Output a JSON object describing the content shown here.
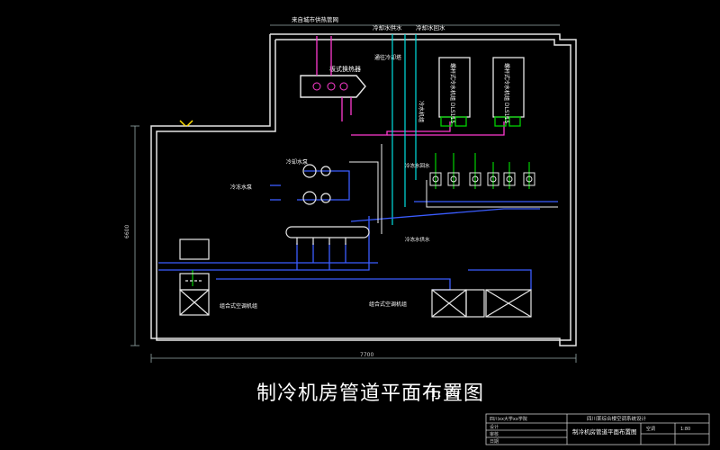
{
  "drawing": {
    "title": "制冷机房管道平面布置图",
    "scale": "1: 80"
  },
  "labels": {
    "city_heat_pipe": "来自城市供热管网",
    "cooling_water_supply": "冷却水供水",
    "cooling_water_return": "冷却水回水",
    "heat_exchanger": "板式换热器",
    "to_cooling_tower": "通往冷却塔",
    "chiller_a": "螺杆式冷水机组 DLS115",
    "chiller_b": "螺杆式冷水机组 DLS115",
    "chiller_side": "冷水机组",
    "cooling_pump": "冷却水泵",
    "chilled_pump": "冷冻水泵",
    "ahu_left": "组合式空调机组",
    "ahu_right": "组合式空调机组",
    "chilled_return": "冷冻水回水",
    "chilled_supply": "冷冻水供水",
    "dim_left": "6600",
    "dim_bottom": "7700"
  },
  "title_block": {
    "school": "四川xx大学xx学院",
    "project": "四川某综合楼空调系统设计",
    "sheet_title": "制冷机房管道平面布置图",
    "sheet_no": "空调",
    "scale_cell": "1:80",
    "row_a": "设计",
    "row_b": "审核",
    "row_c": "日期"
  },
  "colors": {
    "wall": "#e6e6e6",
    "pipe_blue": "#3a5cff",
    "pipe_cyan": "#00e0e0",
    "pipe_green": "#00d000",
    "pipe_magenta": "#ff3bd0",
    "pipe_white": "#f0f0f0",
    "equipment": "#e8e8e8",
    "label": "#ffffff"
  }
}
